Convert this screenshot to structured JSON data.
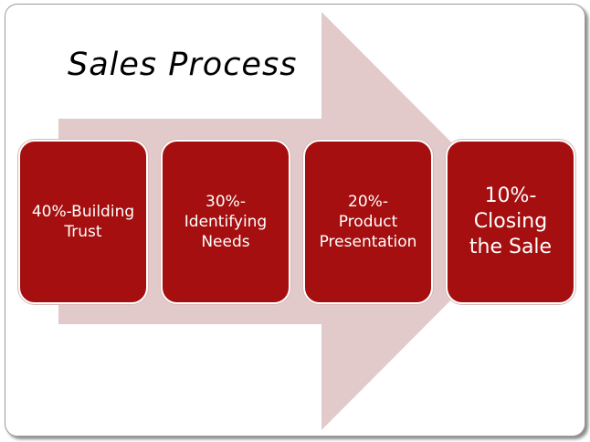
{
  "title": "Sales Process",
  "steps": [
    {
      "label": "40%-Building\nTrust"
    },
    {
      "label": "30%-\nIdentifying\nNeeds"
    },
    {
      "label": "20%-\nProduct\nPresentation"
    },
    {
      "label": "10%-\nClosing\nthe Sale"
    }
  ],
  "colors": {
    "step_fill": "#a50f0f",
    "arrow_fill": "#e3caca",
    "background": "#ffffff"
  }
}
